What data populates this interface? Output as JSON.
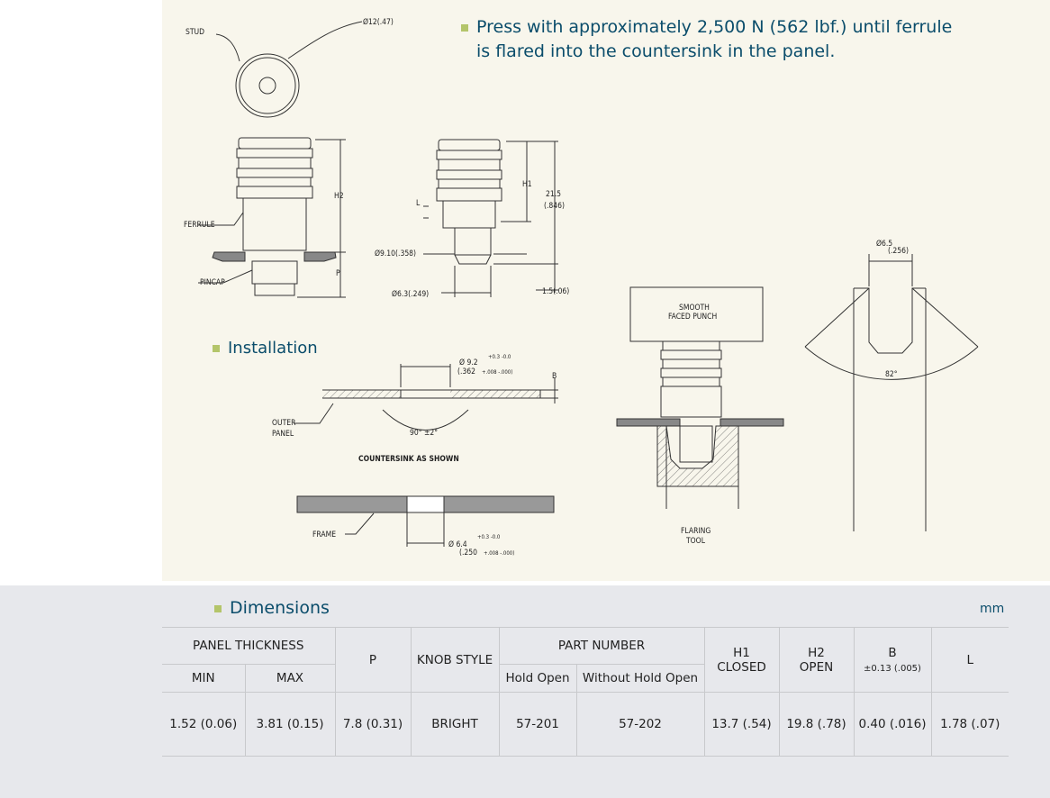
{
  "press_note": {
    "line1": "Press with approximately 2,500 N (562 lbf.) until ferrule",
    "line2": "is flared into the countersink in the panel."
  },
  "installation_heading": "Installation",
  "dimensions_heading": "Dimensions",
  "unit": "mm",
  "colors": {
    "heading": "#0b4d6b",
    "bullet": "#b4c56a",
    "top_bg": "#f8f6ec",
    "bottom_bg": "#e7e8ec"
  },
  "drawing_labels": {
    "stud": "STUD",
    "stud_dia": "Ø12(.47)",
    "h2": "H2",
    "ferrule": "FERRULE",
    "p": "P",
    "pincap": "PINCAP",
    "h1": "H1",
    "l": "L",
    "overall_height": "21.5",
    "overall_height_in": "(.846)",
    "dia_910": "Ø9.10(.358)",
    "dia_63": "Ø6.3(.249)",
    "dim_15": "1.5(.06)",
    "smooth": "SMOOTH",
    "faced_punch": "FACED PUNCH",
    "dia_65": "Ø6.5",
    "dia_65_in": "(.256)",
    "angle_82": "82°",
    "dia_92": "Ø 9.2",
    "dia_92_tol": "+0.3 -0.0",
    "dia_92_in": "(.362",
    "dia_92_in_tol": "+.008 -.000)",
    "b": "B",
    "outer": "OUTER",
    "panel": "PANEL",
    "angle_90": "90° ±2°",
    "countersink": "COUNTERSINK AS SHOWN",
    "frame": "FRAME",
    "dia_64": "Ø 6.4",
    "dia_64_tol": "+0.3 -0.0",
    "dia_64_in": "(.250",
    "dia_64_in_tol": "+.008 -.000)",
    "flaring": "FLARING",
    "tool": "TOOL"
  },
  "table": {
    "headers": {
      "panel_thickness": "PANEL THICKNESS",
      "min": "MIN",
      "max": "MAX",
      "p": "P",
      "knob_style": "KNOB STYLE",
      "part_number": "PART NUMBER",
      "hold_open": "Hold Open",
      "without_hold_open": "Without Hold Open",
      "h1_a": "H1",
      "h1_b": "CLOSED",
      "h2_a": "H2",
      "h2_b": "OPEN",
      "b": "B",
      "b_tol": "±0.13 (.005)",
      "l": "L"
    },
    "rows": [
      {
        "min": "1.52 (0.06)",
        "max": "3.81 (0.15)",
        "p": "7.8 (0.31)",
        "knob_style": "BRIGHT",
        "hold_open": "57-201",
        "without_hold_open": "57-202",
        "h1": "13.7 (.54)",
        "h2": "19.8 (.78)",
        "b": "0.40 (.016)",
        "l": "1.78 (.07)"
      }
    ]
  }
}
